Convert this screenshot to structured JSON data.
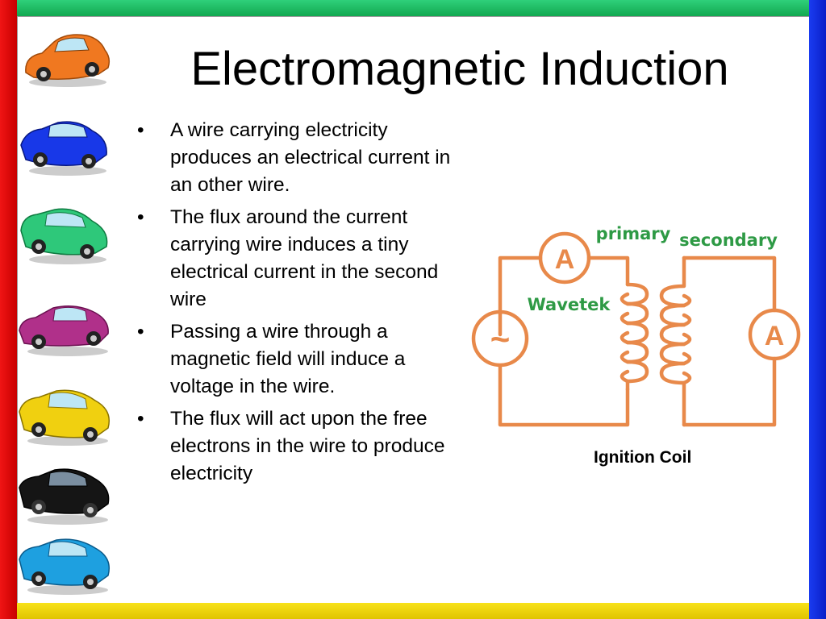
{
  "slide": {
    "title": "Electromagnetic Induction",
    "bullets": [
      "A wire carrying electricity produces an electrical current in an other wire.",
      "The flux around the current carrying wire induces a tiny electrical current in the second wire",
      "Passing a wire through a magnetic field will induce a voltage in the wire.",
      "The flux will act upon the free electrons in the wire to produce electricity"
    ],
    "bullet_glyph": "•"
  },
  "diagram": {
    "primary_label": "primary",
    "secondary_label": "secondary",
    "source_label": "Wavetek",
    "ammeter_symbol": "A",
    "ac_source_symbol": "~",
    "caption": "Ignition Coil",
    "line_color": "#e8894a",
    "text_color": "#2e9a45"
  },
  "decor": {
    "cars": [
      {
        "name": "orange-car-icon",
        "color": "#f07820"
      },
      {
        "name": "blue-car-icon",
        "color": "#1838e8"
      },
      {
        "name": "green-car-icon",
        "color": "#2ec87a"
      },
      {
        "name": "purple-car-icon",
        "color": "#b0308a"
      },
      {
        "name": "yellow-car-icon",
        "color": "#f0d010"
      },
      {
        "name": "black-car-icon",
        "color": "#151515"
      },
      {
        "name": "cyan-car-icon",
        "color": "#1ea0e0"
      }
    ],
    "border_colors": {
      "top": "#12a850",
      "left": "#e00000",
      "right": "#1030e0",
      "bottom": "#f0d000"
    }
  }
}
